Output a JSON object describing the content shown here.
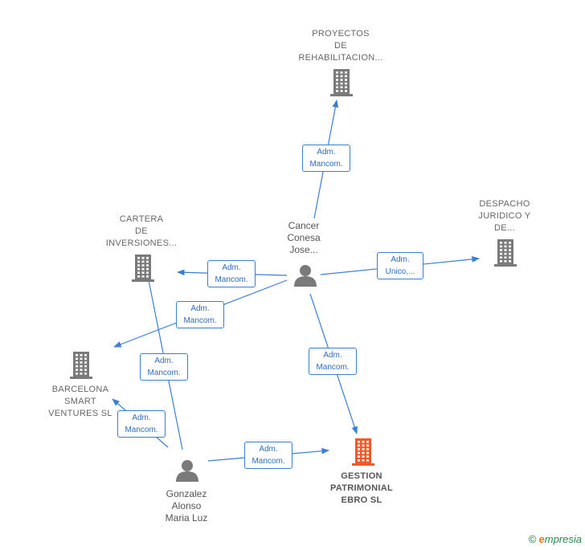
{
  "colors": {
    "edge": "#3b7fd4",
    "building": "#7a7a7a",
    "target_building": "#f05a28",
    "person": "#7a7a7a"
  },
  "nodes": {
    "proyectos": {
      "label": "PROYECTOS\nDE\nREHABILITACION...",
      "icon": "building-icon"
    },
    "cartera": {
      "label": "CARTERA\nDE\nINVERSIONES...",
      "icon": "building-icon"
    },
    "despacho": {
      "label": "DESPACHO\nJURIDICO Y\nDE...",
      "icon": "building-icon"
    },
    "barcelona": {
      "label": "BARCELONA\nSMART\nVENTURES SL",
      "icon": "building-icon"
    },
    "gestion": {
      "label": "GESTION\nPATRIMONIAL\nEBRO SL",
      "icon": "building-icon"
    },
    "cancer": {
      "label": "Cancer\nConesa\nJose...",
      "icon": "person-icon"
    },
    "gonzalez": {
      "label": "Gonzalez\nAlonso\nMaria Luz",
      "icon": "person-icon"
    }
  },
  "edges": [
    {
      "from": "cancer",
      "to": "proyectos",
      "label": "Adm.\nMancom."
    },
    {
      "from": "cancer",
      "to": "cartera",
      "label": "Adm.\nMancom."
    },
    {
      "from": "cancer",
      "to": "barcelona",
      "label": "Adm.\nMancom."
    },
    {
      "from": "cancer",
      "to": "despacho",
      "label": "Adm.\nUnico,..."
    },
    {
      "from": "cancer",
      "to": "gestion",
      "label": "Adm.\nMancom."
    },
    {
      "from": "gonzalez",
      "to": "cartera",
      "label": "Adm.\nMancom."
    },
    {
      "from": "gonzalez",
      "to": "barcelona",
      "label": "Adm.\nMancom."
    },
    {
      "from": "gonzalez",
      "to": "gestion",
      "label": "Adm.\nMancom."
    }
  ],
  "footer": {
    "copyright": "©",
    "brand_initial": "e",
    "brand_rest": "mpresia"
  }
}
